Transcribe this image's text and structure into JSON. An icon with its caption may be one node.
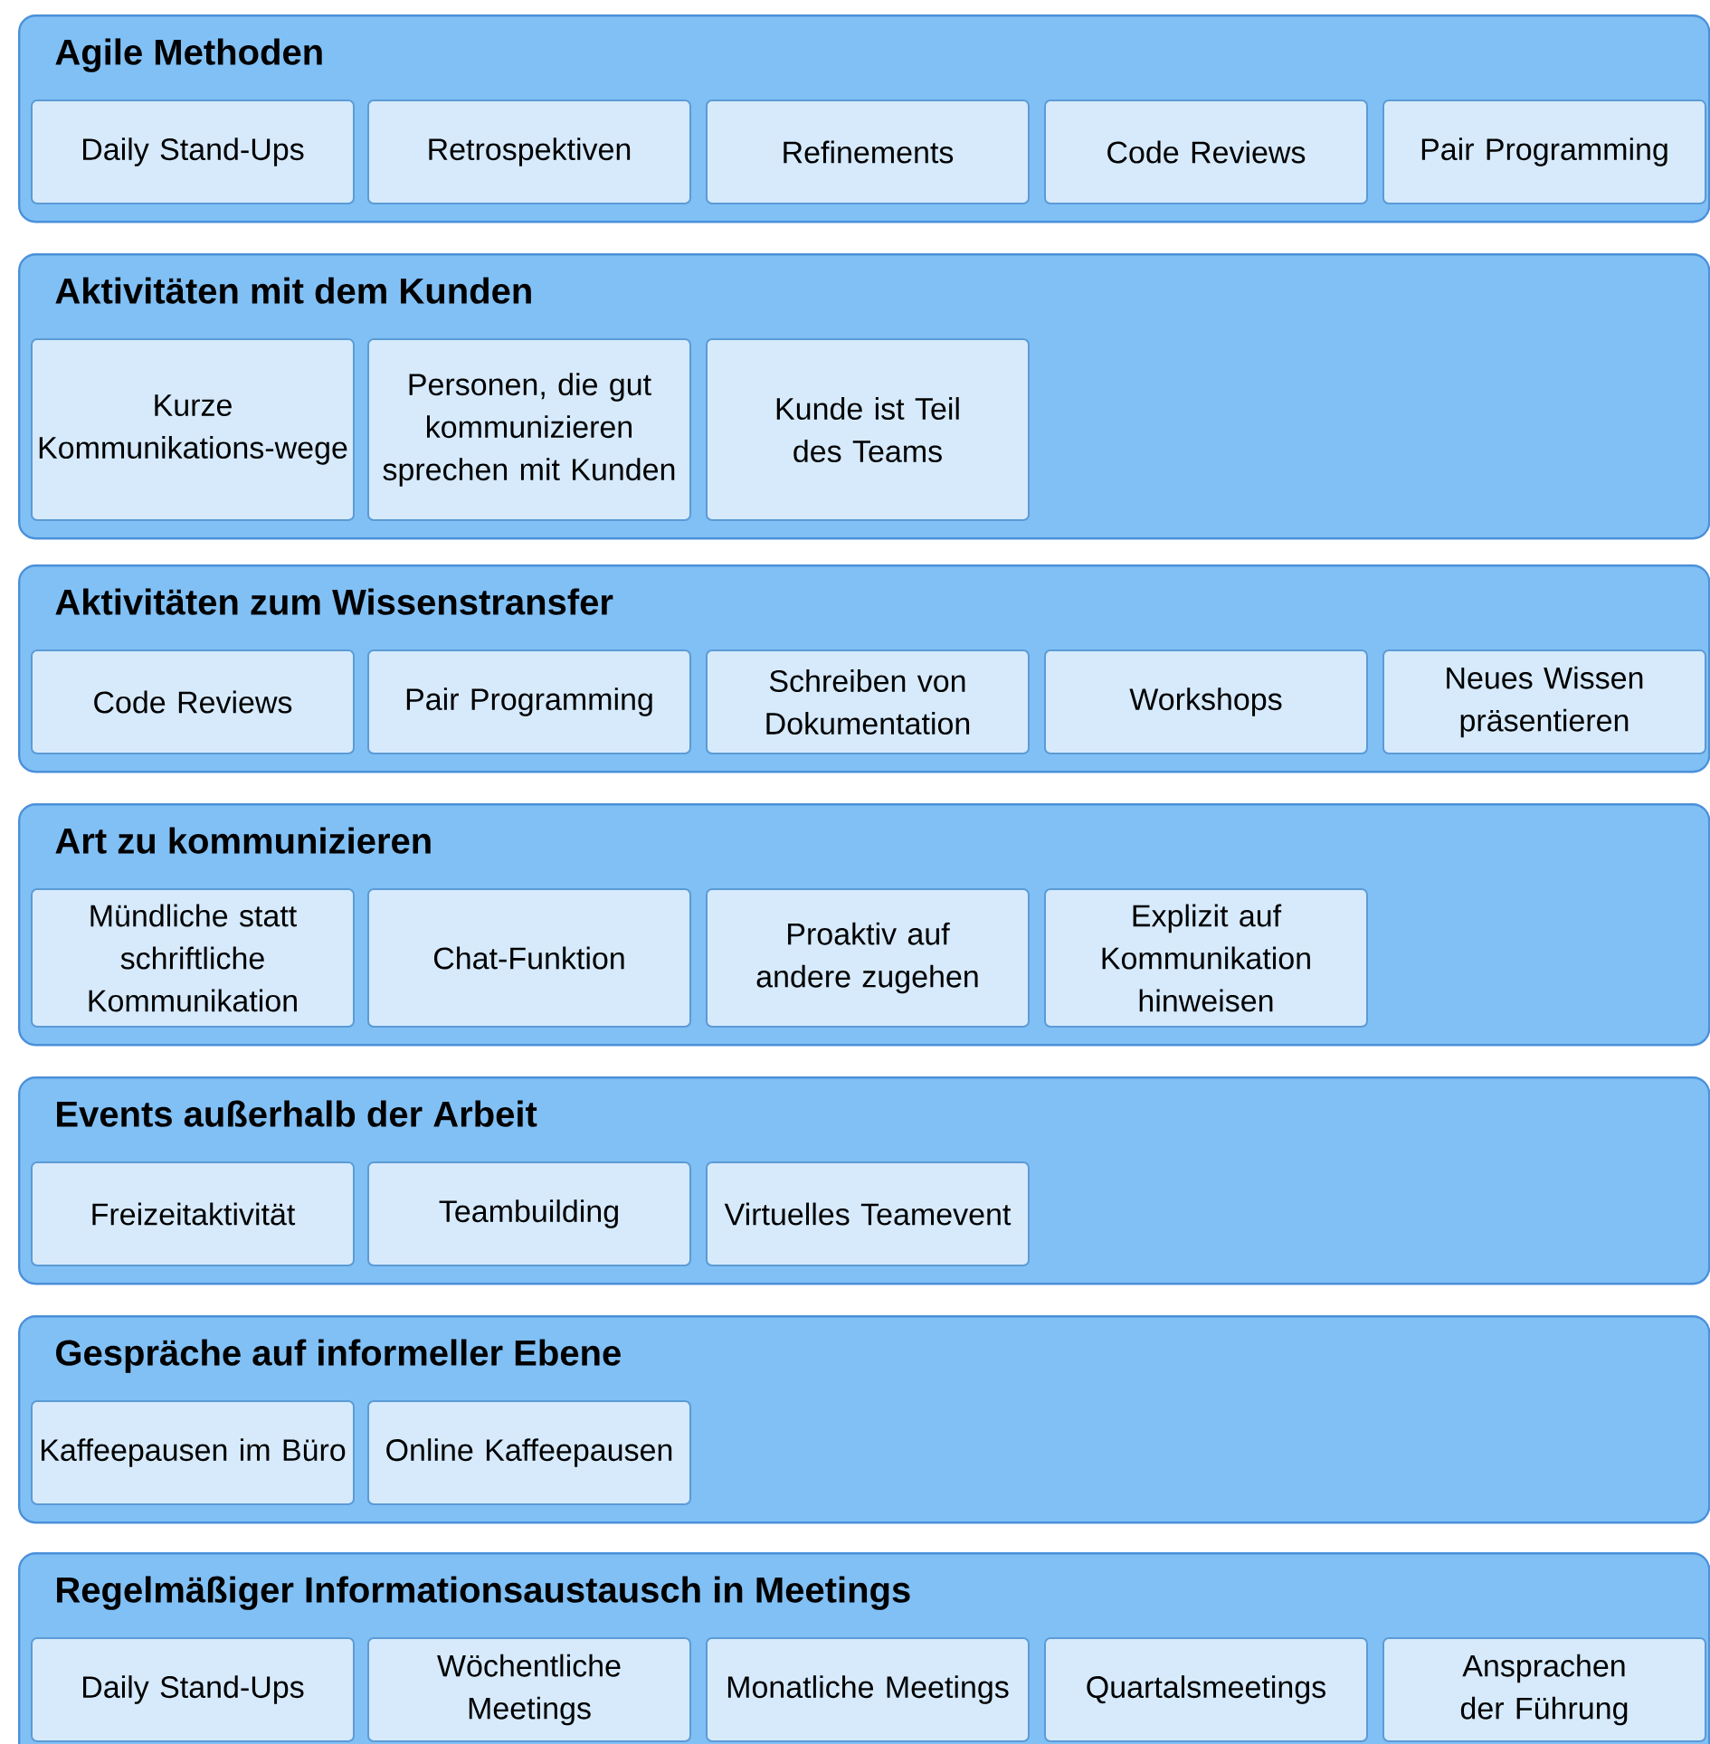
{
  "diagram": {
    "nodes": [
      {
        "text": [
          "Agile Methoden"
        ]
      },
      {
        "text": [
          "Daily Stand-Ups"
        ],
        "in": 0
      },
      {
        "text": [
          "Retrospektiven"
        ],
        "in": 0
      },
      {
        "text": [
          "Refinements"
        ],
        "in": 0
      },
      {
        "text": [
          "Code Reviews"
        ],
        "in": 0
      },
      {
        "text": [
          "Pair Programming"
        ],
        "in": 0
      },
      {
        "text": [
          "Aktivitäten mit dem Kunden"
        ]
      },
      {
        "text": [
          "Kurze Kommunikations-wege"
        ],
        "in": 6
      },
      {
        "text": [
          "Personen, die gut kommunizieren sprechen mit Kunden"
        ],
        "in": 6
      },
      {
        "text": [
          "Kunde ist Teil des Teams"
        ],
        "in": 6
      },
      {
        "text": [
          "Aktivitäten zum Wissenstransfer"
        ]
      },
      {
        "text": [
          "Code Reviews"
        ],
        "in": 10
      },
      {
        "text": [
          "Pair Programming"
        ],
        "in": 10
      },
      {
        "text": [
          "Schreiben von Dokumentation"
        ],
        "in": 10
      },
      {
        "text": [
          "Workshops"
        ],
        "in": 10
      },
      {
        "text": [
          "Neues Wissen präsentieren"
        ],
        "in": 10
      },
      {
        "text": [
          "Art zu kommunizieren"
        ]
      },
      {
        "text": [
          "Mündliche statt schriftliche Kommunikation"
        ],
        "in": 16
      },
      {
        "text": [
          "Chat-Funktion"
        ],
        "in": 16
      },
      {
        "text": [
          "Proaktiv auf andere zugehen"
        ],
        "in": 16
      },
      {
        "text": [
          "Explizit auf Kommunikation hinweisen"
        ],
        "in": 16
      },
      {
        "text": [
          "Events außerhalb der Arbeit"
        ]
      },
      {
        "text": [
          "Freizeitaktivität"
        ],
        "in": 21
      },
      {
        "text": [
          "Teambuilding"
        ],
        "in": 21
      },
      {
        "text": [
          "Virtuelles Teamevent"
        ],
        "in": 21
      },
      {
        "text": [
          "Gespräche auf informeller Ebene"
        ]
      },
      {
        "text": [
          "Kaffeepausen im Büro"
        ],
        "in": 25
      },
      {
        "text": [
          "Online Kaffeepausen"
        ],
        "in": 25
      },
      {
        "text": [
          "Regelmäßiger Informationsaustausch in Meetings"
        ]
      },
      {
        "text": [
          "Daily Stand-Ups"
        ],
        "in": 28
      },
      {
        "text": [
          "Wöchentliche Meetings"
        ],
        "in": 28
      },
      {
        "text": [
          "Monatliche Meetings"
        ],
        "in": 28
      },
      {
        "text": [
          "Quartalsmeetings"
        ],
        "in": 28
      },
      {
        "text": [
          "Ansprachen der Führung"
        ],
        "in": 28
      }
    ]
  }
}
